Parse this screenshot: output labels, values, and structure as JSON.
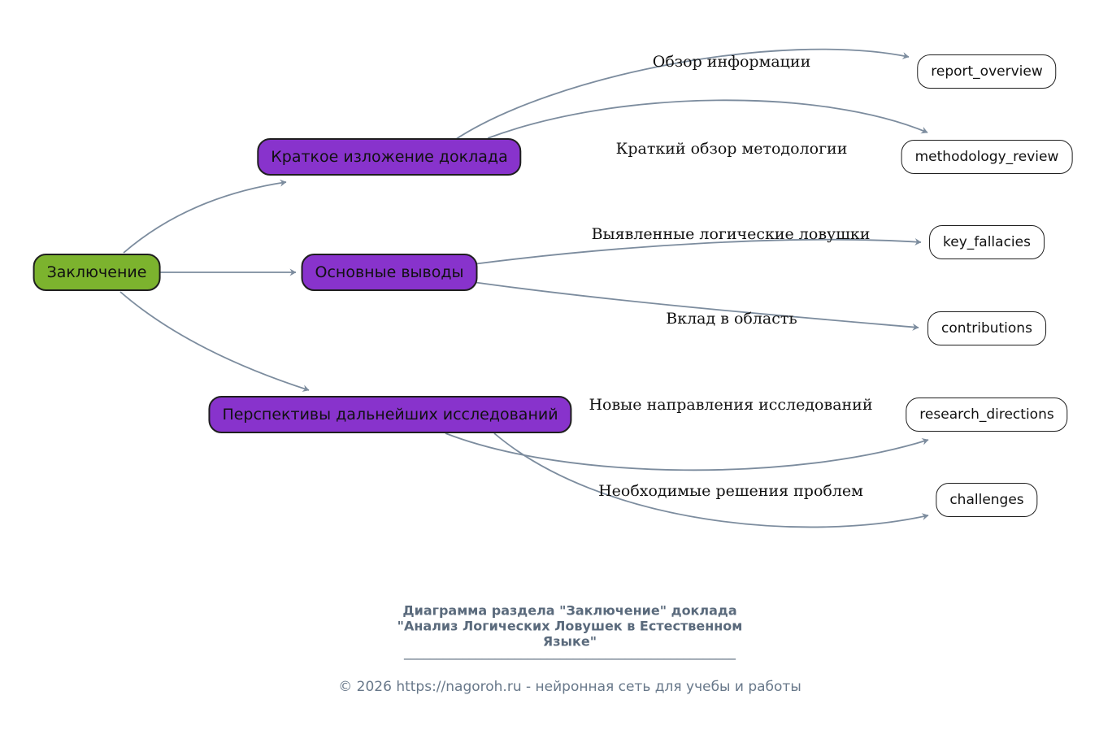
{
  "diagram": {
    "root": {
      "label": "Заключение"
    },
    "branches": [
      {
        "label": "Краткое изложение доклада"
      },
      {
        "label": "Основные выводы"
      },
      {
        "label": "Перспективы дальнейших исследований"
      }
    ],
    "leaves": [
      {
        "label": "report_overview"
      },
      {
        "label": "methodology_review"
      },
      {
        "label": "key_fallacies"
      },
      {
        "label": "contributions"
      },
      {
        "label": "research_directions"
      },
      {
        "label": "challenges"
      }
    ],
    "edges": [
      {
        "from": "Заключение",
        "to": "Краткое изложение доклада",
        "label": ""
      },
      {
        "from": "Заключение",
        "to": "Основные выводы",
        "label": ""
      },
      {
        "from": "Заключение",
        "to": "Перспективы дальнейших исследований",
        "label": ""
      },
      {
        "from": "Краткое изложение доклада",
        "to": "report_overview",
        "label": "Обзор информации"
      },
      {
        "from": "Краткое изложение доклада",
        "to": "methodology_review",
        "label": "Краткий обзор методологии"
      },
      {
        "from": "Основные выводы",
        "to": "key_fallacies",
        "label": "Выявленные логические ловушки"
      },
      {
        "from": "Основные выводы",
        "to": "contributions",
        "label": "Вклад в область"
      },
      {
        "from": "Перспективы дальнейших исследований",
        "to": "research_directions",
        "label": "Новые направления исследований"
      },
      {
        "from": "Перспективы дальнейших исследований",
        "to": "challenges",
        "label": "Необходимые решения проблем"
      }
    ]
  },
  "footer": {
    "title": "Диаграмма раздела \"Заключение\" доклада\n\"Анализ Логических Ловушек в Естественном\nЯзыке\"",
    "divider": "___________________________________________________",
    "copyright": "© 2026 https://nagoroh.ru - нейронная сеть для учебы и работы"
  },
  "colors": {
    "root_fill": "#7cb32e",
    "branch_fill": "#8833cc",
    "leaf_fill": "#ffffff",
    "node_border": "#1f1f1f",
    "edge_stroke": "#7c8c9e",
    "label_text": "#111111",
    "footer_title": "#5a6a7c",
    "footer_text": "#68788a"
  }
}
